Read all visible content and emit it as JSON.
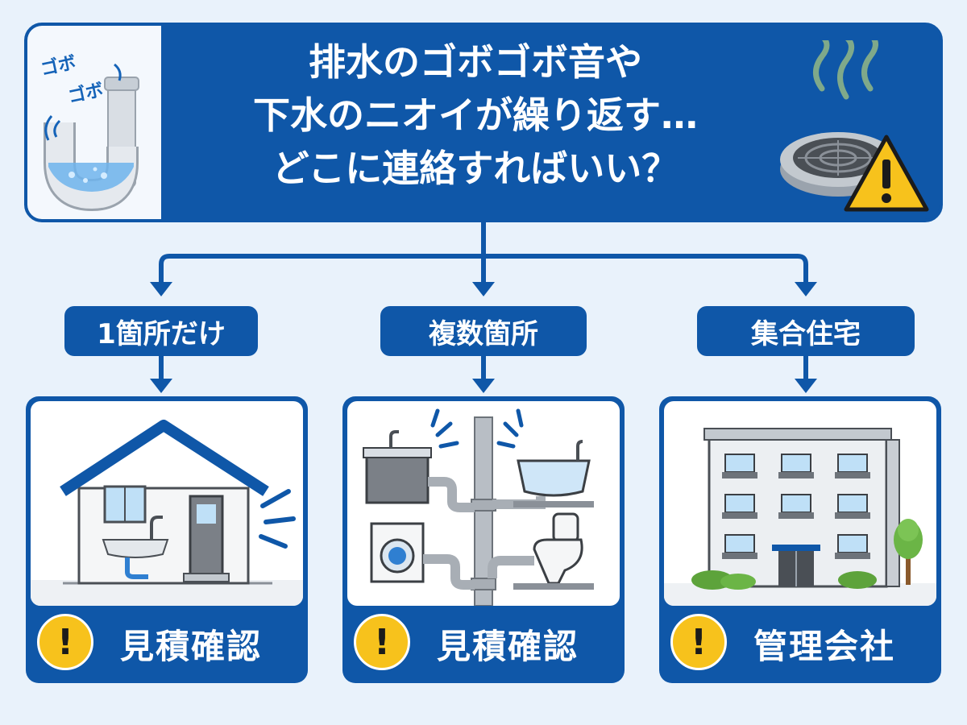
{
  "header": {
    "title_line1": "排水のゴボゴボ音や",
    "title_line2": "下水のニオイが繰り返す…",
    "title_line3": "どこに連絡すればいい？",
    "sound_line1": "ゴボ",
    "sound_line2": "ゴボ"
  },
  "branches": [
    {
      "category": "1箇所だけ",
      "result": "見積確認",
      "icon": "house-icon"
    },
    {
      "category": "複数箇所",
      "result": "見積確認",
      "icon": "plumbing-network-icon"
    },
    {
      "category": "集合住宅",
      "result": "管理会社",
      "icon": "apartment-building-icon"
    }
  ],
  "colors": {
    "primary": "#0f57a8",
    "background": "#e9f2fb",
    "warning": "#f7c21c",
    "white": "#ffffff"
  }
}
